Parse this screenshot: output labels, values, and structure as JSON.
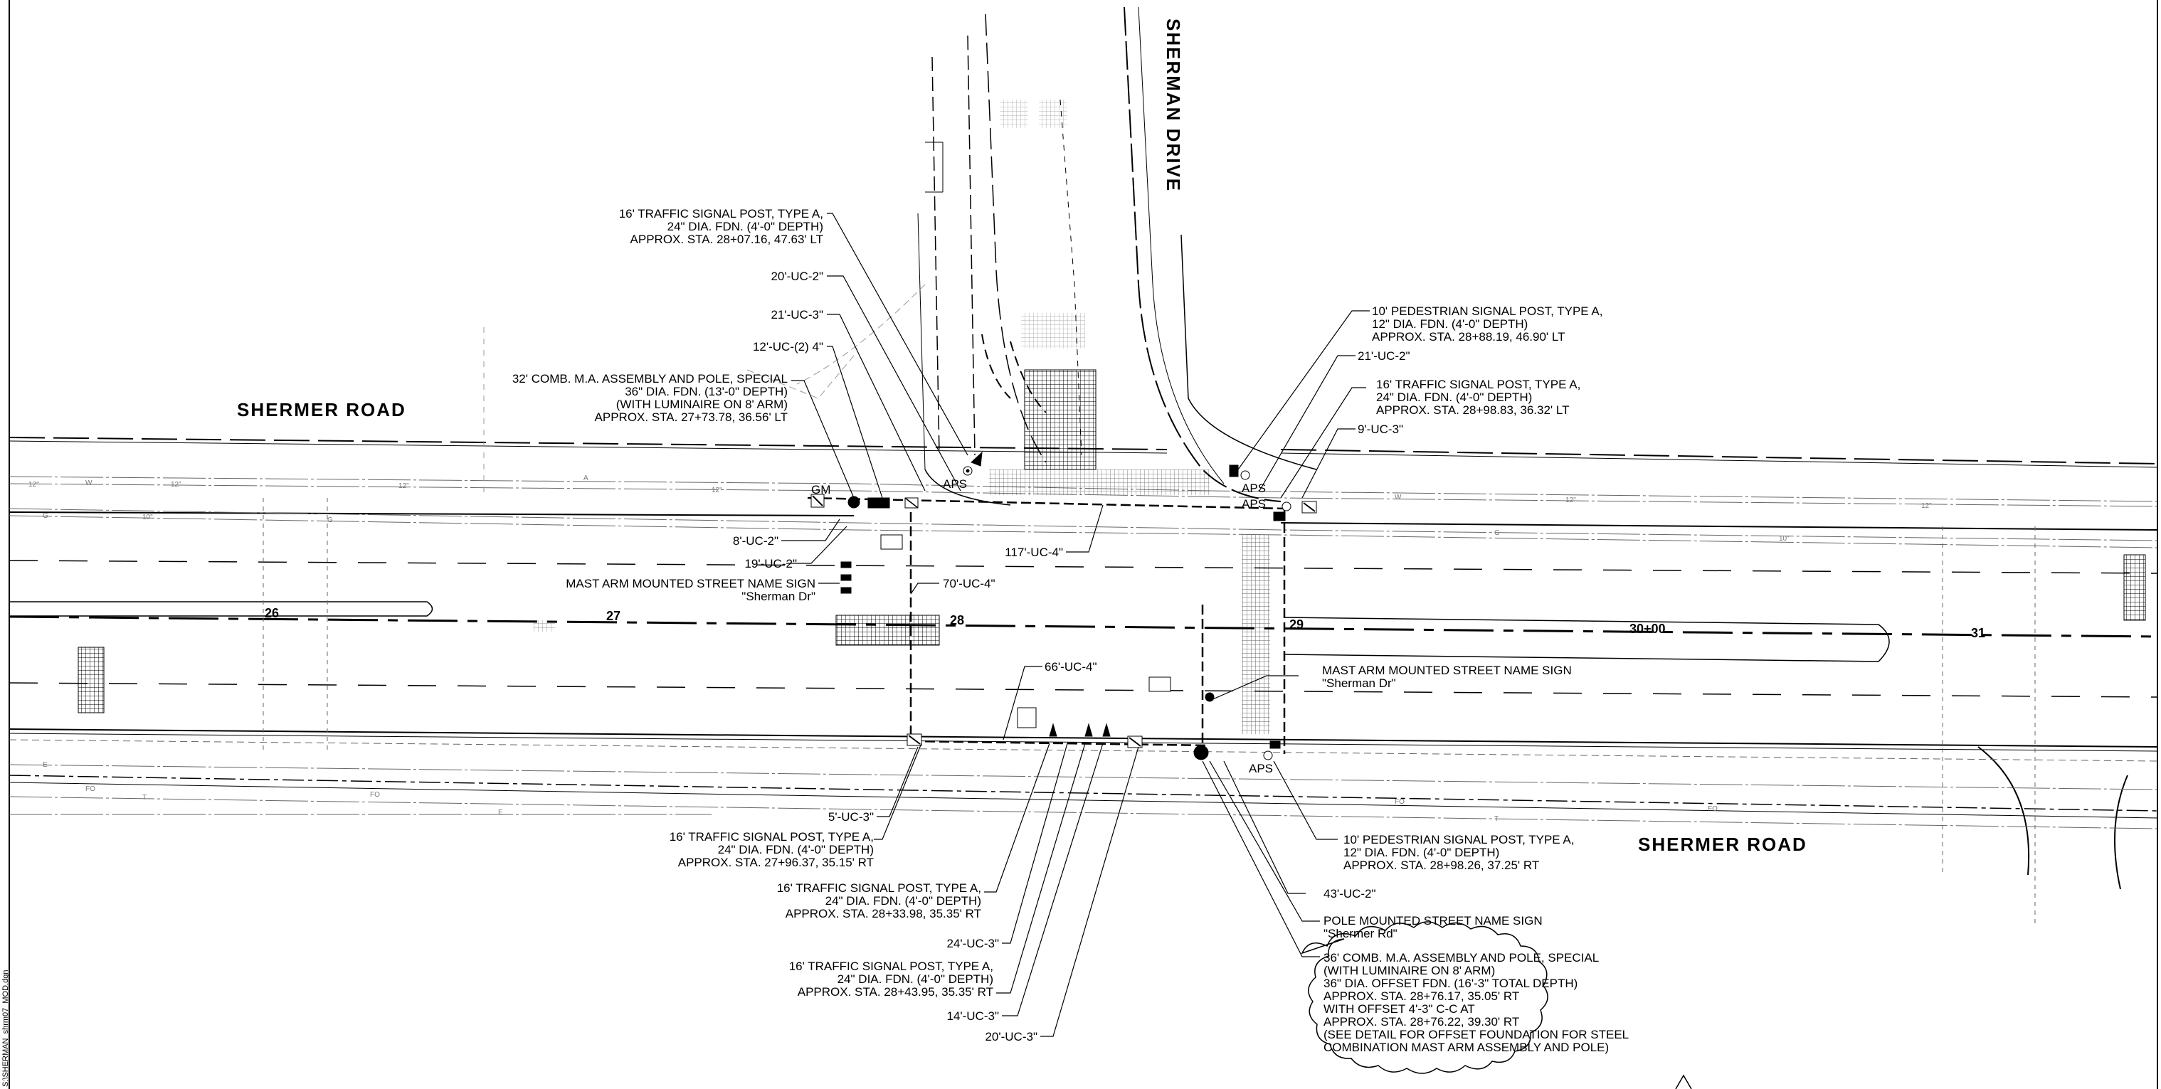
{
  "road_labels": {
    "shermer_west": "SHERMER ROAD",
    "shermer_east": "SHERMER ROAD",
    "sherman_drive": "SHERMAN DRIVE"
  },
  "stations": [
    "26",
    "27",
    "28",
    "29",
    "30+00",
    "31"
  ],
  "aps_label": "APS",
  "gm_label": "GM",
  "file_name": "S:\\SHERMAN_shrm07_MOD.dgn",
  "utility_codes": {
    "water": "W",
    "gas": "G",
    "telephone": "T",
    "fiber": "FO",
    "electric": "E",
    "sewer": "A",
    "size_12": "12\"",
    "size_10": "10\""
  },
  "callouts": [
    {
      "id": "tsp-nw",
      "lines": [
        "16' TRAFFIC SIGNAL POST, TYPE A,",
        "24\" DIA. FDN. (4'-0\" DEPTH)",
        "APPROX. STA. 28+07.16, 47.63' LT"
      ]
    },
    {
      "id": "uc-20-2",
      "lines": [
        "20'-UC-2\""
      ]
    },
    {
      "id": "uc-21-3",
      "lines": [
        "21'-UC-3\""
      ]
    },
    {
      "id": "uc-12-2-4",
      "lines": [
        "12'-UC-(2) 4\""
      ]
    },
    {
      "id": "ma-32",
      "lines": [
        "32' COMB. M.A. ASSEMBLY AND POLE, SPECIAL",
        "36\" DIA. FDN. (13'-0\" DEPTH)",
        "(WITH LUMINAIRE ON 8' ARM)",
        "APPROX. STA. 27+73.78, 36.56' LT"
      ]
    },
    {
      "id": "uc-8-2",
      "lines": [
        "8'-UC-2\""
      ]
    },
    {
      "id": "uc-19-2",
      "lines": [
        "19'-UC-2\""
      ]
    },
    {
      "id": "sign-west",
      "lines": [
        "MAST ARM MOUNTED STREET NAME SIGN",
        "\"Sherman Dr\""
      ]
    },
    {
      "id": "uc-70-4",
      "lines": [
        "70'-UC-4\""
      ]
    },
    {
      "id": "uc-117-4",
      "lines": [
        "117'-UC-4\""
      ]
    },
    {
      "id": "psp-ne",
      "lines": [
        "10' PEDESTRIAN SIGNAL POST, TYPE A,",
        "12\" DIA. FDN. (4'-0\" DEPTH)",
        "APPROX. STA. 28+88.19, 46.90' LT"
      ]
    },
    {
      "id": "uc-21-2",
      "lines": [
        "21'-UC-2\""
      ]
    },
    {
      "id": "tsp-ne",
      "lines": [
        "16' TRAFFIC SIGNAL POST, TYPE A,",
        "24\" DIA. FDN. (4'-0\" DEPTH)",
        "APPROX. STA. 28+98.83, 36.32' LT"
      ]
    },
    {
      "id": "uc-9-3",
      "lines": [
        "9'-UC-3\""
      ]
    },
    {
      "id": "uc-66-4",
      "lines": [
        "66'-UC-4\""
      ]
    },
    {
      "id": "sign-east",
      "lines": [
        "MAST ARM MOUNTED STREET NAME SIGN",
        "\"Sherman Dr\""
      ]
    },
    {
      "id": "uc-5-3",
      "lines": [
        "5'-UC-3\""
      ]
    },
    {
      "id": "tsp-sw",
      "lines": [
        "16' TRAFFIC SIGNAL POST, TYPE A,",
        "24\" DIA. FDN. (4'-0\" DEPTH)",
        "APPROX. STA. 27+96.37, 35.15' RT"
      ]
    },
    {
      "id": "tsp-s1",
      "lines": [
        "16' TRAFFIC SIGNAL POST, TYPE A,",
        "24\" DIA. FDN. (4'-0\" DEPTH)",
        "APPROX. STA. 28+33.98, 35.35' RT"
      ]
    },
    {
      "id": "uc-24-3",
      "lines": [
        "24'-UC-3\""
      ]
    },
    {
      "id": "tsp-s2",
      "lines": [
        "16' TRAFFIC SIGNAL POST, TYPE A,",
        "24\" DIA. FDN. (4'-0\" DEPTH)",
        "APPROX. STA. 28+43.95, 35.35' RT"
      ]
    },
    {
      "id": "uc-14-3",
      "lines": [
        "14'-UC-3\""
      ]
    },
    {
      "id": "uc-20-3",
      "lines": [
        "20'-UC-3\""
      ]
    },
    {
      "id": "psp-se",
      "lines": [
        "10' PEDESTRIAN SIGNAL POST, TYPE A,",
        "12\" DIA. FDN. (4'-0\" DEPTH)",
        "APPROX. STA. 28+98.26, 37.25' RT"
      ]
    },
    {
      "id": "uc-43-2",
      "lines": [
        "43'-UC-2\""
      ]
    },
    {
      "id": "sign-pole",
      "lines": [
        "POLE MOUNTED STREET NAME SIGN",
        "\"Shermer Rd\""
      ]
    },
    {
      "id": "ma-36",
      "lines": [
        "36' COMB. M.A. ASSEMBLY AND POLE, SPECIAL",
        "(WITH LUMINAIRE ON 8' ARM)",
        "36\" DIA. OFFSET FDN. (16'-3\" TOTAL DEPTH)",
        "APPROX. STA. 28+76.17, 35.05' RT",
        "WITH OFFSET 4'-3\" C-C AT",
        "APPROX. STA. 28+76.22, 39.30' RT",
        "(SEE DETAIL FOR OFFSET FOUNDATION FOR STEEL",
        "COMBINATION MAST ARM ASSEMBLY AND POLE)"
      ]
    }
  ]
}
